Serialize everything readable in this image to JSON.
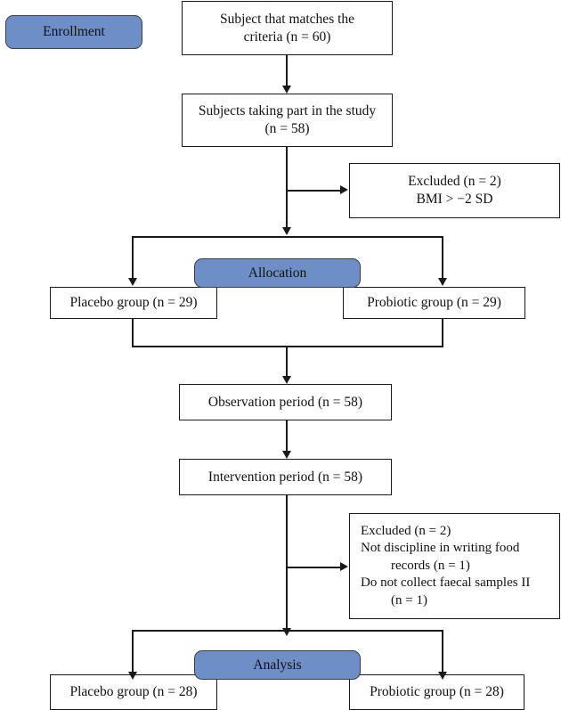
{
  "diagram": {
    "title": "CONSORT participant flow diagram",
    "accent_color": "#6d8ec6",
    "line_color": "#1a1a1a",
    "stages": [
      {
        "id": "enrollment",
        "label": "Enrollment"
      },
      {
        "id": "allocation",
        "label": "Allocation"
      },
      {
        "id": "analysis",
        "label": "Analysis"
      }
    ],
    "nodes": {
      "screened": {
        "line1": "Subject that matches the",
        "line2": "criteria (n = 60)"
      },
      "enrolled": {
        "line1": "Subjects taking part in the study",
        "line2": "(n = 58)"
      },
      "excluded_enrollment": {
        "line1": "Excluded (n = 2)",
        "line2": "BMI > −2 SD"
      },
      "placebo_allocated": {
        "label": "Placebo group (n = 29)"
      },
      "probiotic_allocated": {
        "label": "Probiotic group (n = 29)"
      },
      "observation": {
        "label": "Observation period (n = 58)"
      },
      "intervention": {
        "label": "Intervention period (n = 58)"
      },
      "excluded_followup": {
        "line1": "Excluded (n = 2)",
        "line2": "Not discipline in writing food",
        "line3": "records (n = 1)",
        "line4": "Do not collect faecal samples II",
        "line5": "(n = 1)"
      },
      "placebo_analysed": {
        "label": "Placebo group (n = 28)"
      },
      "probiotic_analysed": {
        "label": "Probiotic group (n = 28)"
      }
    }
  }
}
